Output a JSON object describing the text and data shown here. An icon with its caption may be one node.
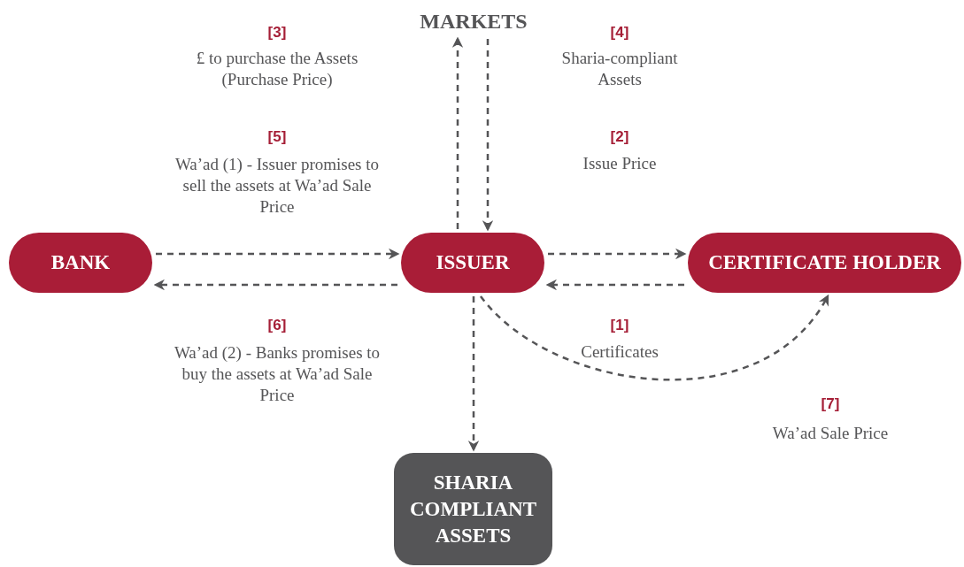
{
  "diagram": {
    "nodes": [
      {
        "text": [
          "MARKETS"
        ]
      },
      {
        "text": [
          "BANK"
        ]
      },
      {
        "text": [
          "ISSUER"
        ]
      },
      {
        "text": [
          "CERTIFICATE HOLDER"
        ]
      },
      {
        "text": [
          "SHARIA COMPLIANT ASSETS"
        ]
      }
    ],
    "edges": [
      {
        "from": 2,
        "to": 0,
        "arrow": "to",
        "style": "dashed"
      },
      {
        "from": 0,
        "to": 2,
        "arrow": "to",
        "style": "dashed"
      },
      {
        "from": 1,
        "to": 2,
        "arrow": "to",
        "style": "dashed"
      },
      {
        "from": 2,
        "to": 1,
        "arrow": "to",
        "style": "dashed"
      },
      {
        "from": 2,
        "to": 3,
        "arrow": "to",
        "style": "dashed"
      },
      {
        "from": 3,
        "to": 2,
        "arrow": "to",
        "style": "dashed"
      },
      {
        "from": 2,
        "to": 3,
        "arrow": "to",
        "style": "dashed"
      },
      {
        "from": 2,
        "to": 4,
        "arrow": "to",
        "style": "dashed"
      }
    ],
    "labels": [
      "[3]",
      "£ to purchase the Assets (Purchase Price)",
      "[4]",
      "Sharia-compliant Assets",
      "[5]",
      "Wa’ad (1) - Issuer promises to sell the assets at Wa’ad Sale Price",
      "[2]",
      "Issue Price",
      "[6]",
      "Wa’ad (2) - Banks promises to buy the assets at Wa’ad Sale Price",
      "[1]",
      "Certificates",
      "[7]",
      "Wa’ad Sale Price"
    ]
  }
}
